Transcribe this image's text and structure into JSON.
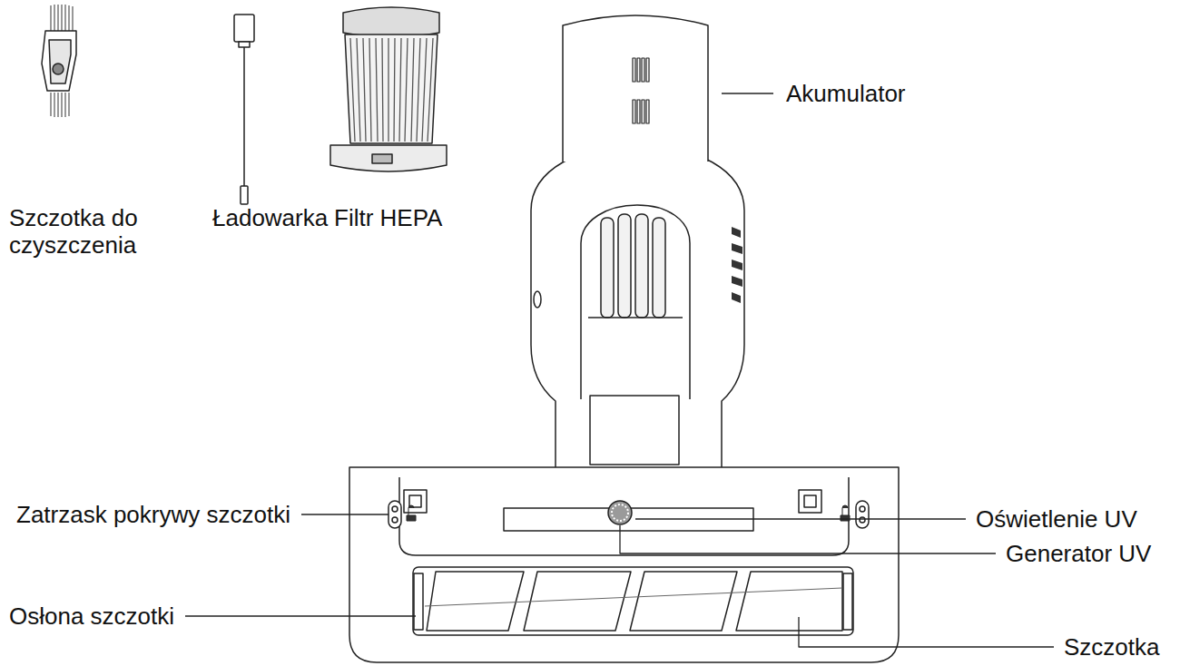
{
  "diagram": {
    "labels": [
      "Szczotka do czyszczenia",
      "Ładowarka",
      "Filtr HEPA",
      "Akumulator",
      "Oświetlenie UV",
      "Zatrzask pokrywy szczotki",
      "Generator UV",
      "Osłona szczotki",
      "Szczotka"
    ]
  }
}
